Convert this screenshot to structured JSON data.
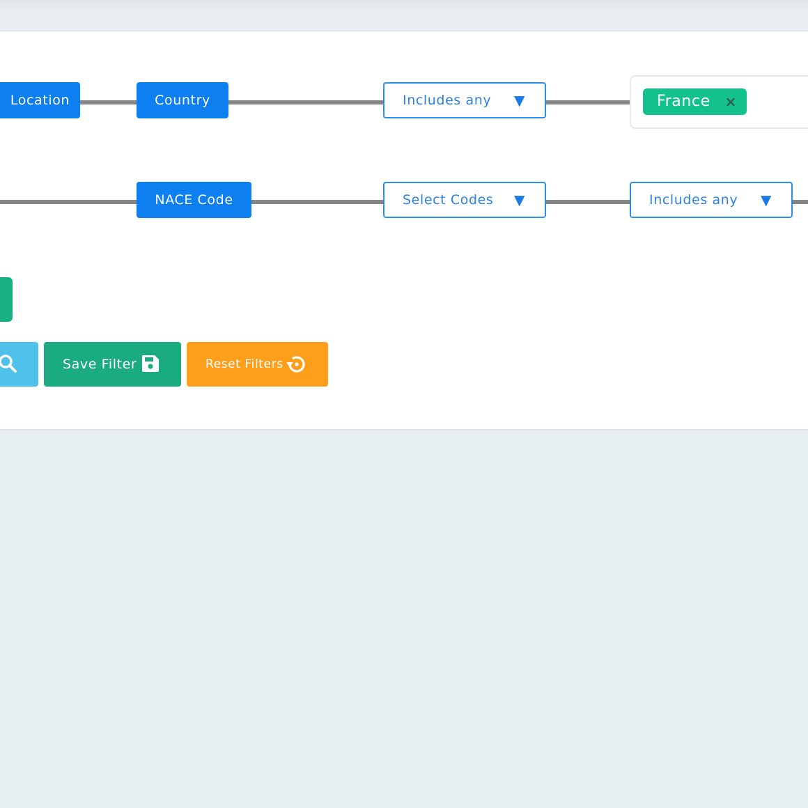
{
  "rows": [
    {
      "chips": [
        "Location",
        "Country"
      ],
      "operator": "Includes any",
      "selected_tags": [
        {
          "label": "France"
        }
      ]
    },
    {
      "chips": [
        "NACE Code"
      ],
      "codes_select": "Select Codes",
      "operator": "Includes any"
    }
  ],
  "actions": {
    "save_label": "Save Filter",
    "reset_label": "Reset Filters"
  },
  "icons": {
    "dropdown": "caret-down-icon",
    "remove": "close-icon",
    "search": "search-icon",
    "save": "floppy-disk-icon",
    "reset": "reset-icon"
  },
  "colors": {
    "chip": "#0d7ff0",
    "tag": "#13c18d",
    "save": "#1aab7f",
    "reset": "#fd9f1b",
    "search": "#4fc1ea"
  }
}
